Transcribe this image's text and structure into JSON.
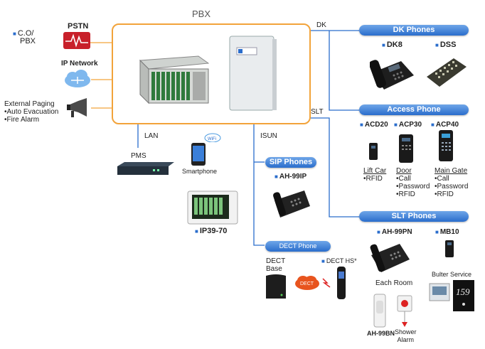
{
  "pbx_title": "PBX",
  "left": {
    "co_pbx_line1": "C.O/",
    "co_pbx_line2": "PBX",
    "pstn_label": "PSTN",
    "ip_network_label": "IP Network",
    "paging_title": "External Paging",
    "paging_items": [
      "•Auto Evacuation",
      "•Fire Alarm"
    ]
  },
  "links": {
    "dk": "DK",
    "slt": "SLT",
    "lan": "LAN",
    "isun": "ISUN"
  },
  "bottom_left": {
    "pms_label": "PMS",
    "wifi_label": "WiFi",
    "smartphone_label": "Smartphone",
    "ip39_label": "IP39-70"
  },
  "dk_phones": {
    "header": "DK Phones",
    "dk8": "DK8",
    "dss": "DSS"
  },
  "access_phone": {
    "header": "Access Phone",
    "acd20": "ACD20",
    "acp30": "ACP30",
    "acp40": "ACP40",
    "lift_car": "Lift Car",
    "lift_car_items": [
      "•RFID"
    ],
    "door": "Door",
    "door_items": [
      "•Call",
      "•Password",
      "•RFID"
    ],
    "main_gate": "Main Gate",
    "main_gate_items": [
      "•Call",
      "•Password",
      "•RFID"
    ]
  },
  "sip_phones": {
    "header": "SIP Phones",
    "model": "AH-99IP"
  },
  "dect_phone": {
    "header": "DECT Phone",
    "base_line1": "DECT",
    "base_line2": "Base",
    "hs": "DECT HS*",
    "cloud": "DECT"
  },
  "slt_phones": {
    "header": "SLT Phones",
    "ah99pn": "AH-99PN",
    "mb10": "MB10",
    "each_room": "Each Room",
    "butler": "Bulter Service",
    "ah99bn": "AH-99BN",
    "shower_line1": "Shower",
    "shower_line2": "Alarm",
    "room_no": "159"
  },
  "colors": {
    "pbx_border": "#f2a33a",
    "header_blue": "#2a6dcc",
    "pstn_red": "#c8202a",
    "line_blue": "#2a6dcc"
  }
}
